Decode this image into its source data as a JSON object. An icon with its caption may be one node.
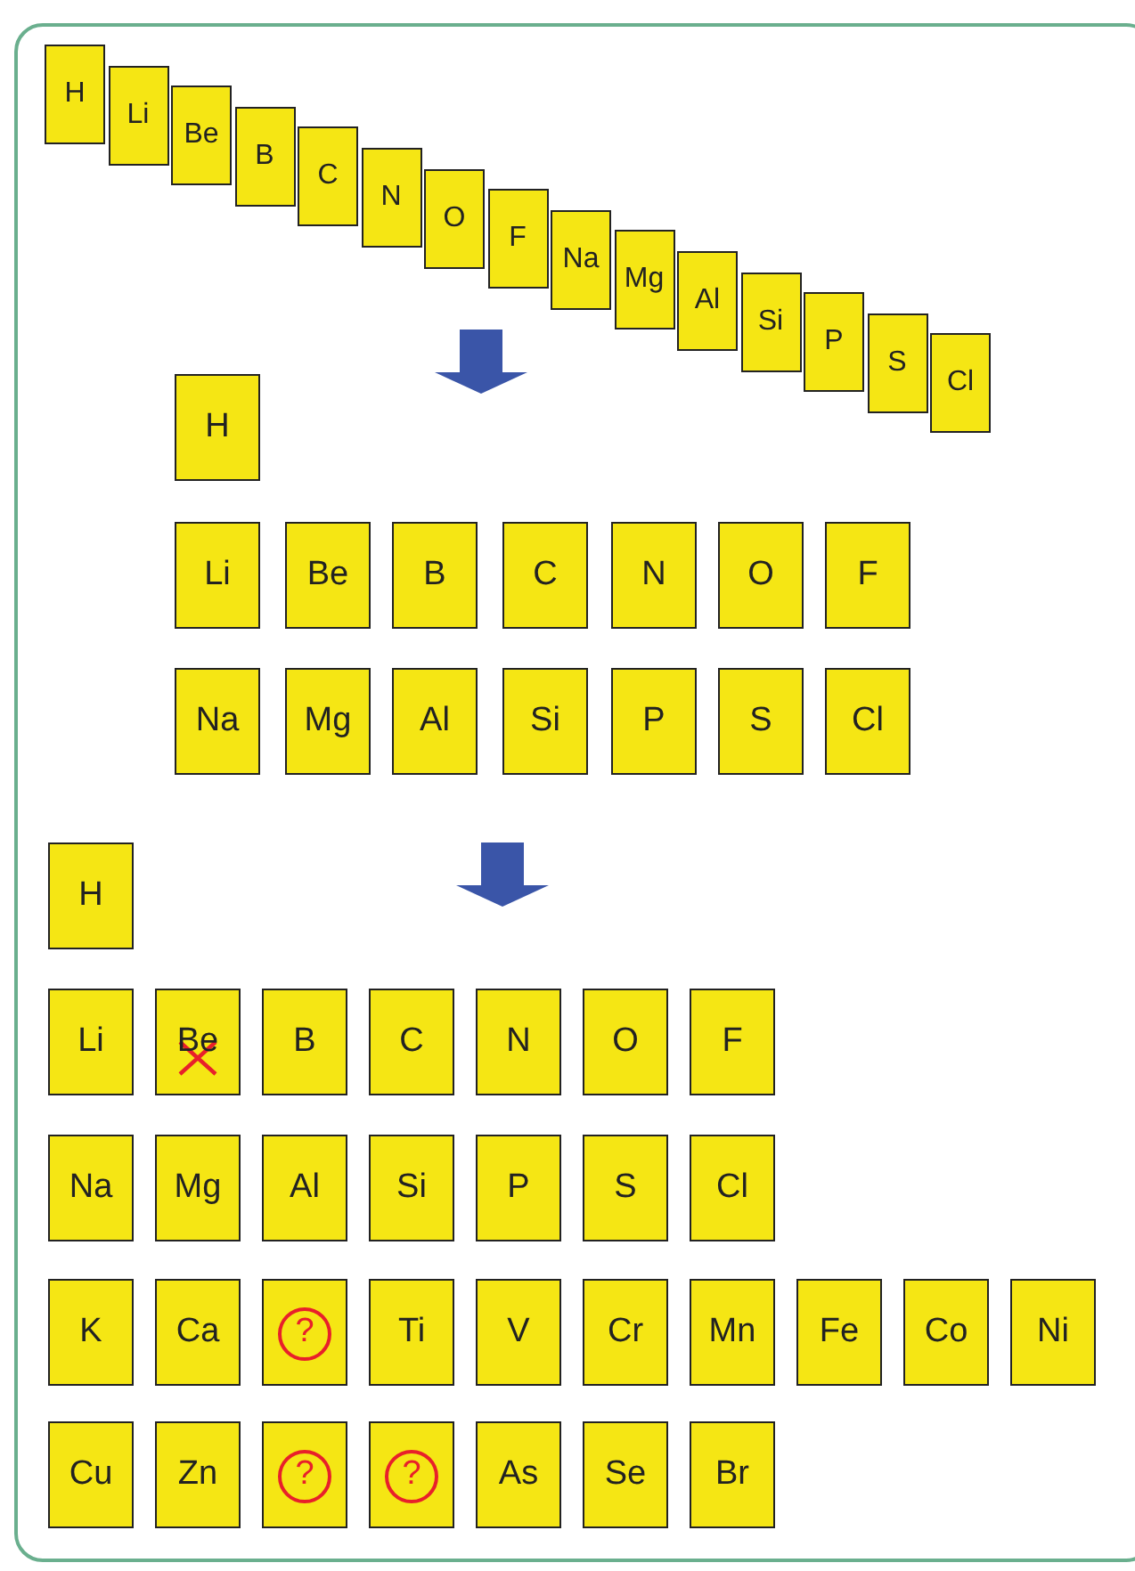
{
  "diagram": {
    "nodes": [
      {
        "text": [
          "H"
        ]
      },
      {
        "text": [
          "Li"
        ]
      },
      {
        "text": [
          "Be"
        ]
      },
      {
        "text": [
          "B"
        ]
      },
      {
        "text": [
          "C"
        ]
      },
      {
        "text": [
          "N"
        ]
      },
      {
        "text": [
          "O"
        ]
      },
      {
        "text": [
          "F"
        ]
      },
      {
        "text": [
          "Na"
        ]
      },
      {
        "text": [
          "Mg"
        ]
      },
      {
        "text": [
          "Al"
        ]
      },
      {
        "text": [
          "Si"
        ]
      },
      {
        "text": [
          "P"
        ]
      },
      {
        "text": [
          "S"
        ]
      },
      {
        "text": [
          "Cl"
        ]
      },
      {
        "text": [
          "H"
        ]
      },
      {
        "text": [
          "Li"
        ]
      },
      {
        "text": [
          "Be"
        ]
      },
      {
        "text": [
          "B"
        ]
      },
      {
        "text": [
          "C"
        ]
      },
      {
        "text": [
          "N"
        ]
      },
      {
        "text": [
          "O"
        ]
      },
      {
        "text": [
          "F"
        ]
      },
      {
        "text": [
          "Na"
        ]
      },
      {
        "text": [
          "Mg"
        ]
      },
      {
        "text": [
          "Al"
        ]
      },
      {
        "text": [
          "Si"
        ]
      },
      {
        "text": [
          "P"
        ]
      },
      {
        "text": [
          "S"
        ]
      },
      {
        "text": [
          "Cl"
        ]
      },
      {
        "text": [
          "H"
        ]
      },
      {
        "text": [
          "Li"
        ]
      },
      {
        "text": [
          "Be"
        ]
      },
      {
        "text": [
          "B"
        ]
      },
      {
        "text": [
          "C"
        ]
      },
      {
        "text": [
          "N"
        ]
      },
      {
        "text": [
          "O"
        ]
      },
      {
        "text": [
          "F"
        ]
      },
      {
        "text": [
          "Na"
        ]
      },
      {
        "text": [
          "Mg"
        ]
      },
      {
        "text": [
          "Al"
        ]
      },
      {
        "text": [
          "Si"
        ]
      },
      {
        "text": [
          "P"
        ]
      },
      {
        "text": [
          "S"
        ]
      },
      {
        "text": [
          "Cl"
        ]
      },
      {
        "text": [
          "K"
        ]
      },
      {
        "text": [
          "Ca"
        ]
      },
      {
        "text": [
          "?"
        ]
      },
      {
        "text": [
          "Ti"
        ]
      },
      {
        "text": [
          "V"
        ]
      },
      {
        "text": [
          "Cr"
        ]
      },
      {
        "text": [
          "Mn"
        ]
      },
      {
        "text": [
          "Fe"
        ]
      },
      {
        "text": [
          "Co"
        ]
      },
      {
        "text": [
          "Ni"
        ]
      },
      {
        "text": [
          "Cu"
        ]
      },
      {
        "text": [
          "Zn"
        ]
      },
      {
        "text": [
          "?"
        ]
      },
      {
        "text": [
          "?"
        ]
      },
      {
        "text": [
          "As"
        ]
      },
      {
        "text": [
          "Se"
        ]
      },
      {
        "text": [
          "Br"
        ]
      }
    ]
  }
}
